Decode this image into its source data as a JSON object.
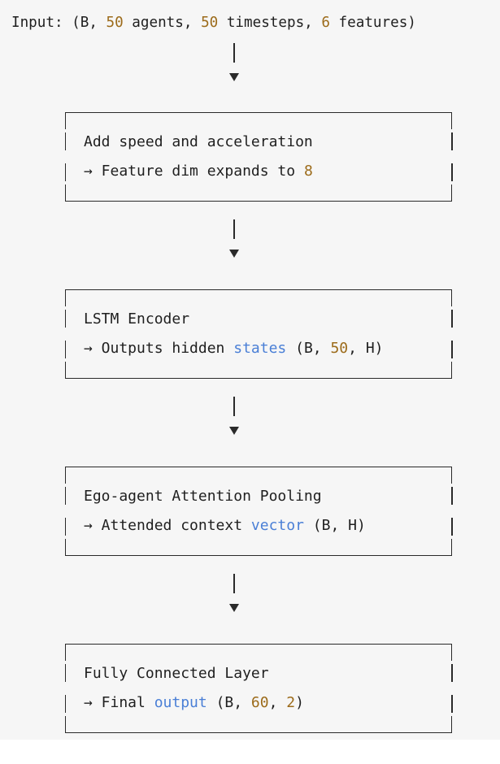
{
  "input": {
    "prefix": "Input: (B, ",
    "agents_num": "50",
    "agents_word": " agents, ",
    "timesteps_num": "50",
    "timesteps_word": " timesteps, ",
    "features_num": "6",
    "features_word": " features)"
  },
  "steps": [
    {
      "title": "Add speed and acceleration",
      "detail_prefix": "→ Feature dim expands to ",
      "detail_num": "8"
    },
    {
      "title": "LSTM Encoder",
      "detail_prefix": "→ Outputs hidden ",
      "detail_kw": "states",
      "detail_mid": " (B, ",
      "detail_num": "50",
      "detail_suffix": ", H)"
    },
    {
      "title": "Ego-agent Attention Pooling",
      "detail_prefix": "→ Attended context ",
      "detail_kw": "vector",
      "detail_suffix": " (B, H)"
    },
    {
      "title": "Fully Connected Layer",
      "detail_prefix": "→ Final ",
      "detail_kw": "output",
      "detail_mid": " (B, ",
      "detail_num": "60",
      "detail_mid2": ", ",
      "detail_num2": "2",
      "detail_suffix": ")"
    }
  ],
  "colors": {
    "number": "#9c6b1a",
    "keyword": "#4a7fd6",
    "text": "#1f1f1f",
    "background": "#f6f6f6"
  }
}
